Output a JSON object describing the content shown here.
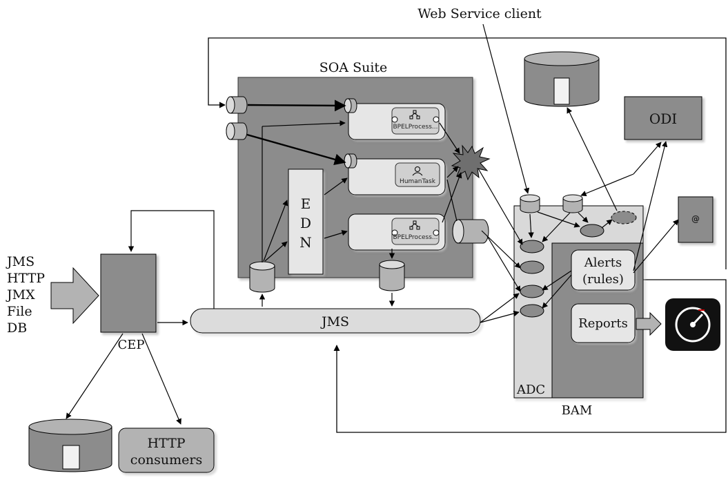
{
  "labels": {
    "web_service_client": "Web Service client",
    "soa_suite": "SOA Suite",
    "odi": "ODI",
    "email": "@",
    "edn_e": "E",
    "edn_d": "D",
    "edn_n": "N",
    "bpel1": "BPELProcess...",
    "human_task": "HumanTask",
    "bpel2": "BPELProcess...",
    "jms_bus": "JMS",
    "cep": "CEP",
    "adc": "ADC",
    "bam": "BAM",
    "alerts_line1": "Alerts",
    "alerts_line2": "(rules)",
    "reports": "Reports",
    "http_consumers_line1": "HTTP",
    "http_consumers_line2": "consumers",
    "sources": [
      "JMS",
      "HTTP",
      "JMX",
      "File",
      "DB"
    ]
  },
  "icons": {
    "event_burst": "explosion-icon",
    "dashboard": "gauge-icon",
    "bpel": "process-tree-icon",
    "human_task": "person-icon"
  },
  "colors": {
    "dark_gray": "#8c8c8c",
    "mid_gray": "#b3b3b3",
    "light_gray": "#dcdcdc",
    "lighter_gray": "#e6e6e6",
    "line": "#000000"
  }
}
